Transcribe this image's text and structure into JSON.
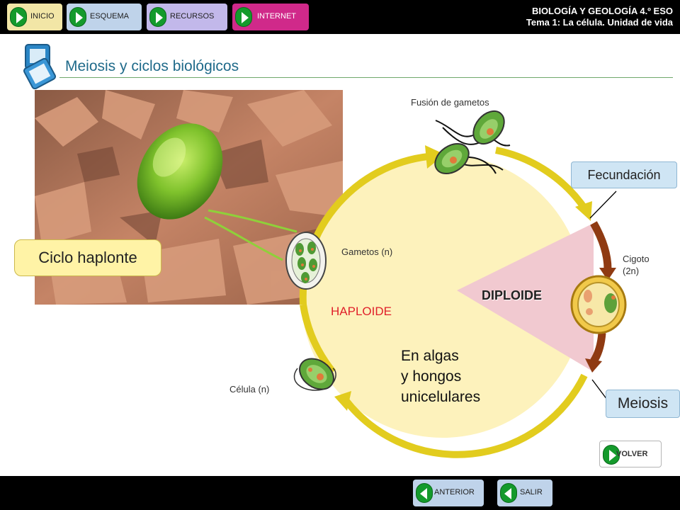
{
  "nav": {
    "top": [
      {
        "label": "INICIO",
        "color": "#f2e6a6"
      },
      {
        "label": "ESQUEMA",
        "color": "#bfd3ea"
      },
      {
        "label": "RECURSOS",
        "color": "#c2b8ea"
      },
      {
        "label": "INTERNET",
        "color": "#d0298a"
      }
    ],
    "bottom": {
      "anterior": "ANTERIOR",
      "salir": "SALIR"
    }
  },
  "header": {
    "line1": "BIOLOGÍA Y GEOLOGÍA 4.º ESO",
    "line2": "Tema 1: La célula. Unidad de vida"
  },
  "page": {
    "title": "Meiosis y ciclos biológicos"
  },
  "labels": {
    "ciclo": "Ciclo haplonte",
    "fusion": "Fusión de gametos",
    "fecundacion": "Fecundación",
    "gametos": "Gametos (n)",
    "cigoto_1": "Cigoto",
    "cigoto_2": "(2n)",
    "diploide": "DIPLOIDE",
    "haploide": "HAPLOIDE",
    "algas_1": "En algas",
    "algas_2": "y hongos",
    "algas_3": "unicelulares",
    "celula": "Célula (n)",
    "meiosis": "Meiosis",
    "volver": "VOLVER"
  },
  "colors": {
    "cycle_fill": "#fdf2bc",
    "arrow_yellow": "#e2cc1e",
    "diploid_fill": "#f1c9d0",
    "arrow_brown": "#8f3a12",
    "label_box": "#cfe5f4",
    "haploid_text": "#e0202a",
    "title": "#1f6a8a"
  }
}
